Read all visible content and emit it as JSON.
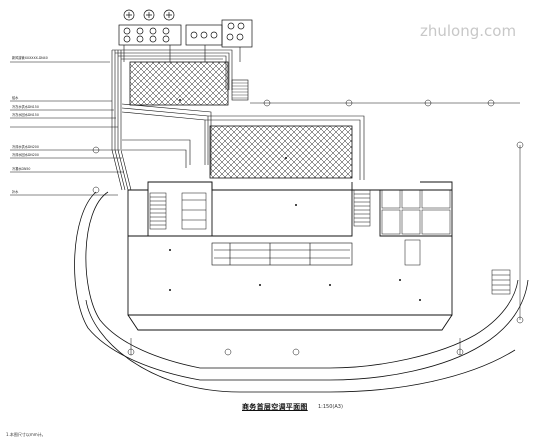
{
  "watermark": "zhulong.com",
  "drawing": {
    "title": "商务首层空调平面图",
    "scale": "1:150(A3)",
    "footnote": "1.本图尺寸以mm计。"
  },
  "left_labels": [
    "新风接管XXXXXX-DN40",
    "给水",
    "冷冻水供水DN150",
    "冷冻水回水DN150",
    "冷却水供水DN200",
    "冷却水回水DN200",
    "冷凝水DN50",
    "补水"
  ],
  "colors": {
    "line": "#111111",
    "hatch": "#222222",
    "background": "#ffffff"
  }
}
